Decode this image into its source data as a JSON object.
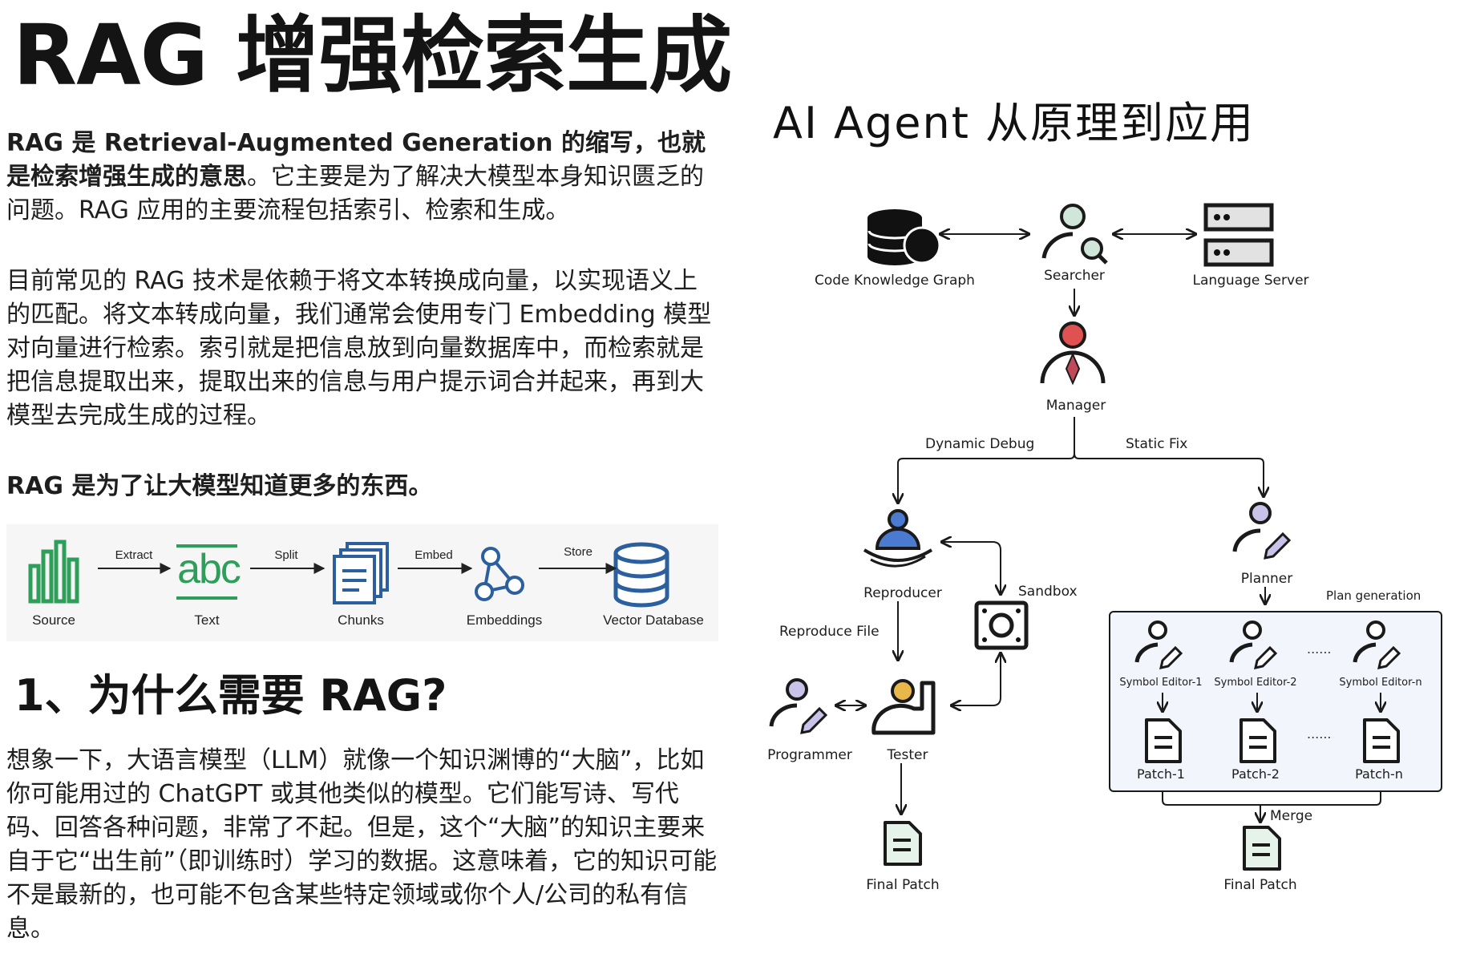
{
  "article": {
    "title": "RAG 增强检索生成",
    "p1_bold": "RAG 是 Retrieval-Augmented Generation 的缩写，也就是检索增强生成的意思",
    "p1_rest": "。它主要是为了解决大模型本身知识匮乏的问题。RAG 应用的主要流程包括索引、检索和生成。",
    "p2": "目前常见的 RAG 技术是依赖于将文本转换成向量，以实现语义上的匹配。将文本转成向量，我们通常会使用专门 Embedding 模型对向量进行检索。索引就是把信息放到向量数据库中，而检索就是把信息提取出来，提取出来的信息与用户提示词合并起来，再到大模型去完成生成的过程。",
    "p3": "RAG 是为了让大模型知道更多的东西。",
    "section_heading": "1、为什么需要 RAG?",
    "p4": "想象一下，大语言模型（LLM）就像一个知识渊博的“大脑”，比如你可能用过的 ChatGPT 或其他类似的模型。它们能写诗、写代码、回答各种问题，非常了不起。但是，这个“大脑”的知识主要来自于它“出生前”（即训练时）学习的数据。这意味着，它的知识可能不是最新的，也可能不包含某些特定领域或你个人/公司的私有信息。"
  },
  "pipeline": {
    "stages": [
      "Source",
      "Text",
      "Chunks",
      "Embeddings",
      "Vector Database"
    ],
    "steps": [
      "Extract",
      "Split",
      "Embed",
      "Store"
    ],
    "text_icon_glyph": "abc",
    "color_green": "#2e9e5b",
    "color_blue": "#2b5f9e"
  },
  "agent_diagram": {
    "title": "AI Agent 从原理到应用",
    "nodes": {
      "code_knowledge_graph": "Code Knowledge Graph",
      "searcher": "Searcher",
      "language_server": "Language Server",
      "manager": "Manager",
      "reproducer": "Reproducer",
      "sandbox": "Sandbox",
      "planner": "Planner",
      "programmer": "Programmer",
      "tester": "Tester",
      "final_patch_left": "Final Patch",
      "final_patch_right": "Final Patch"
    },
    "edges": {
      "dynamic_debug": "Dynamic Debug",
      "static_fix": "Static Fix",
      "reproduce_file": "Reproduce File",
      "plan_generation": "Plan generation",
      "merge": "Merge"
    },
    "editors": [
      "Symbol Editor-1",
      "Symbol Editor-2",
      "Symbol Editor-n"
    ],
    "patches": [
      "Patch-1",
      "Patch-2",
      "Patch-n"
    ],
    "ellipsis": "......",
    "colors": {
      "searcher_head": "#cfe6d8",
      "manager_head": "#e05252",
      "reproducer_head": "#4a7bd0",
      "tester_head": "#e8b84a",
      "editor_head": "#c9c3ea",
      "doc_fill": "#e5f3ea",
      "box_fill": "#f2f5fb"
    }
  }
}
